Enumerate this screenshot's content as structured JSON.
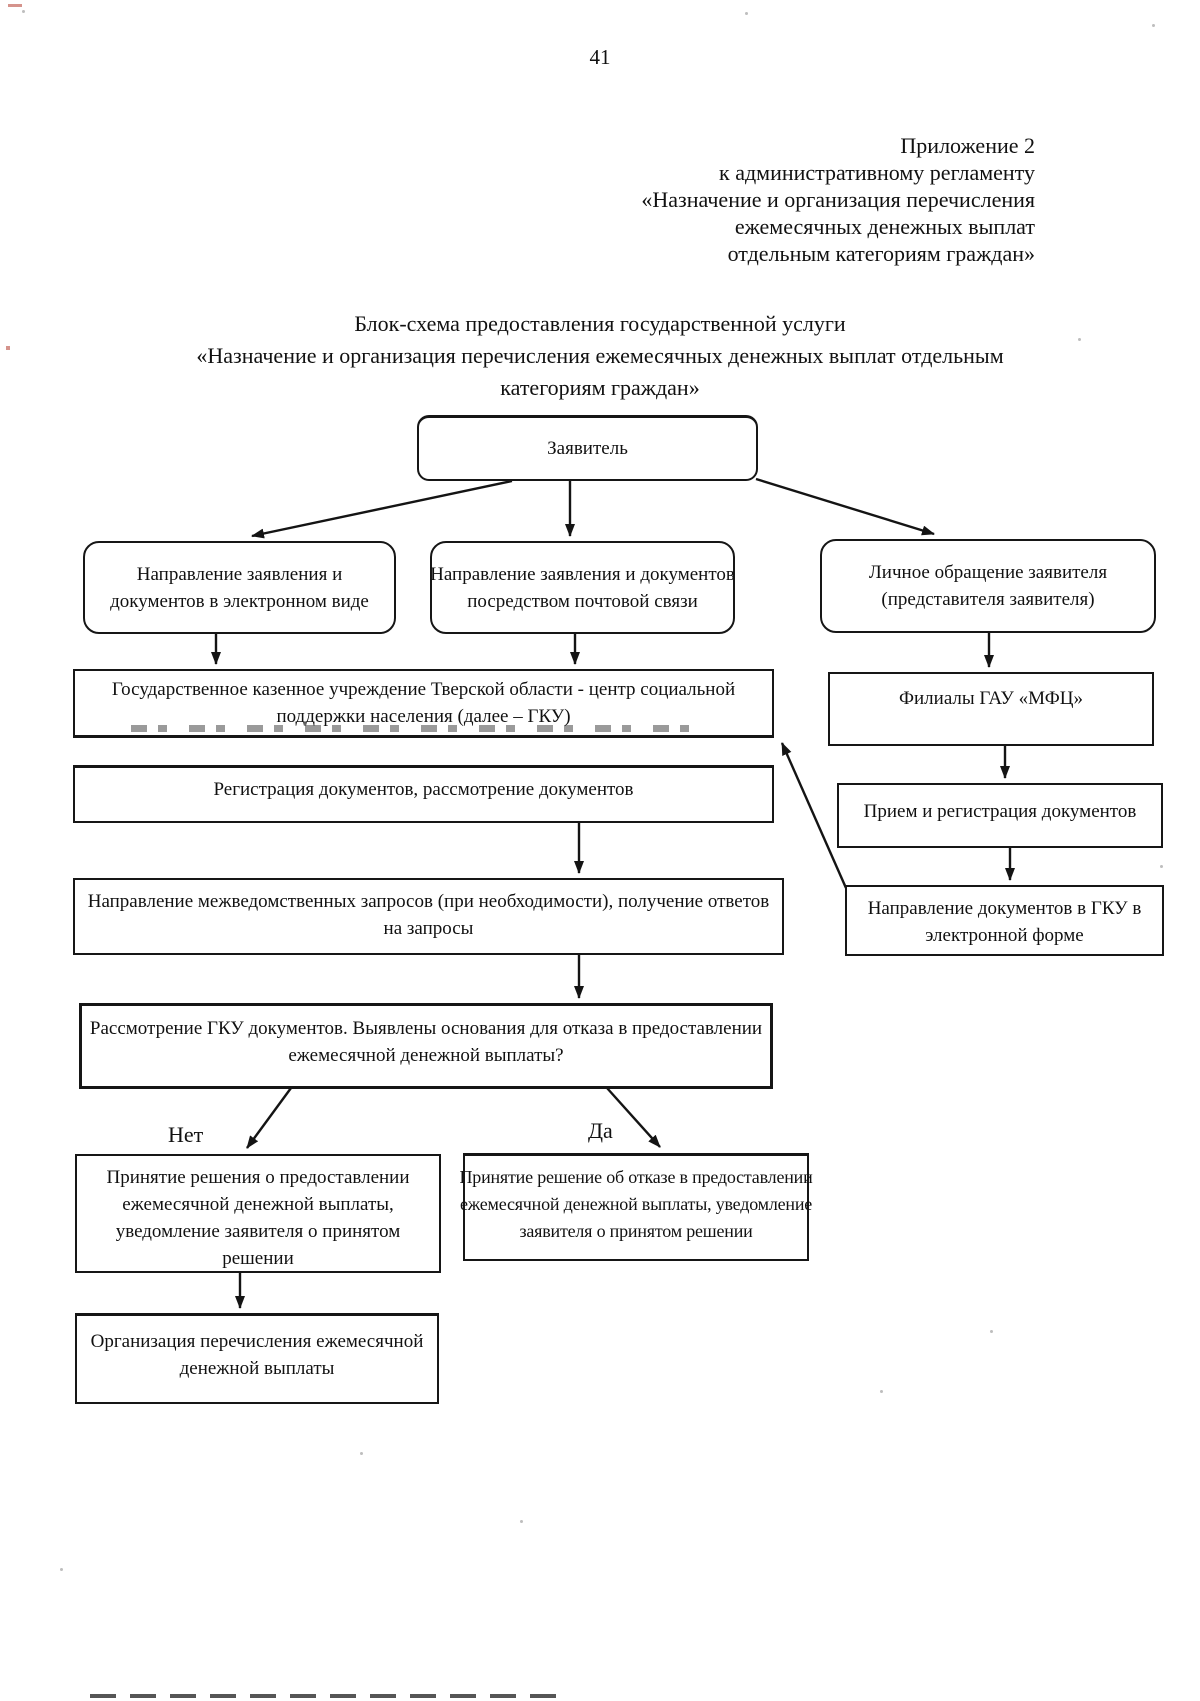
{
  "page": {
    "number": "41"
  },
  "header": {
    "lines": [
      "Приложение 2",
      "к административному регламенту",
      "«Назначение и организация перечисления",
      "ежемесячных денежных выплат",
      "отдельным категориям граждан»"
    ]
  },
  "title": {
    "lines": [
      "Блок-схема предоставления государственной услуги",
      "«Назначение и организация перечисления ежемесячных денежных выплат отдельным",
      "категориям граждан»"
    ]
  },
  "flowchart": {
    "applicant": "Заявитель",
    "electronic": [
      "Направление заявления и",
      "документов в электронном виде"
    ],
    "postal": [
      "Направление заявления и документов",
      "посредством почтовой связи"
    ],
    "personal": [
      "Личное обращение заявителя",
      "(представителя заявителя)"
    ],
    "gku": [
      "Государственное казенное учреждение Тверской области - центр социальной",
      "поддержки населения (далее – ГКУ)"
    ],
    "registration": "Регистрация документов, рассмотрение документов",
    "interagency": [
      "Направление межведомственных запросов (при необходимости), получение ответов",
      "на запросы"
    ],
    "decision": [
      "Рассмотрение ГКУ документов. Выявлены основания для отказа в предоставлении",
      "ежемесячной денежной выплаты?"
    ],
    "branch_no": "Нет",
    "branch_yes": "Да",
    "approve": [
      "Принятие решения о предоставлении",
      "ежемесячной денежной выплаты,",
      "уведомление заявителя о принятом",
      "решении"
    ],
    "refuse": [
      "Принятие решение об отказе в предоставлении",
      "ежемесячной денежной выплаты, уведомление",
      "заявителя о принятом решении"
    ],
    "transfer": [
      "Организация перечисления ежемесячной",
      "денежной выплаты"
    ],
    "mfc": "Филиалы ГАУ «МФЦ»",
    "reception": "Прием и регистрация документов",
    "send_to_gku": [
      "Направление документов в ГКУ в",
      "электронной форме"
    ]
  },
  "colors": {
    "ink": "#111111",
    "paper": "#ffffff"
  }
}
